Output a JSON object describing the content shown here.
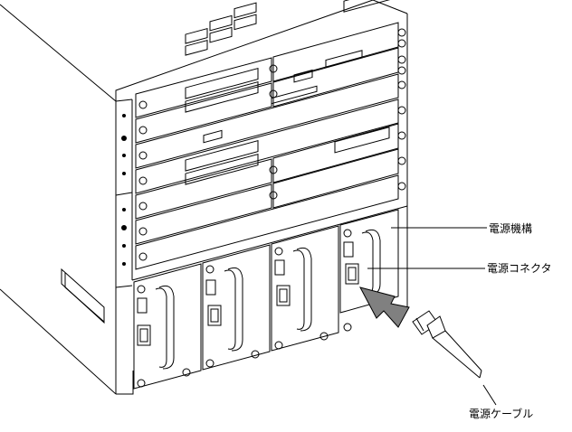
{
  "labels": {
    "power_unit": "電源機構",
    "power_connector": "電源コネクタ",
    "power_cable": "電源ケーブル"
  },
  "colors": {
    "line": "#000000",
    "arrow_fill": "#808080",
    "background": "#ffffff"
  }
}
